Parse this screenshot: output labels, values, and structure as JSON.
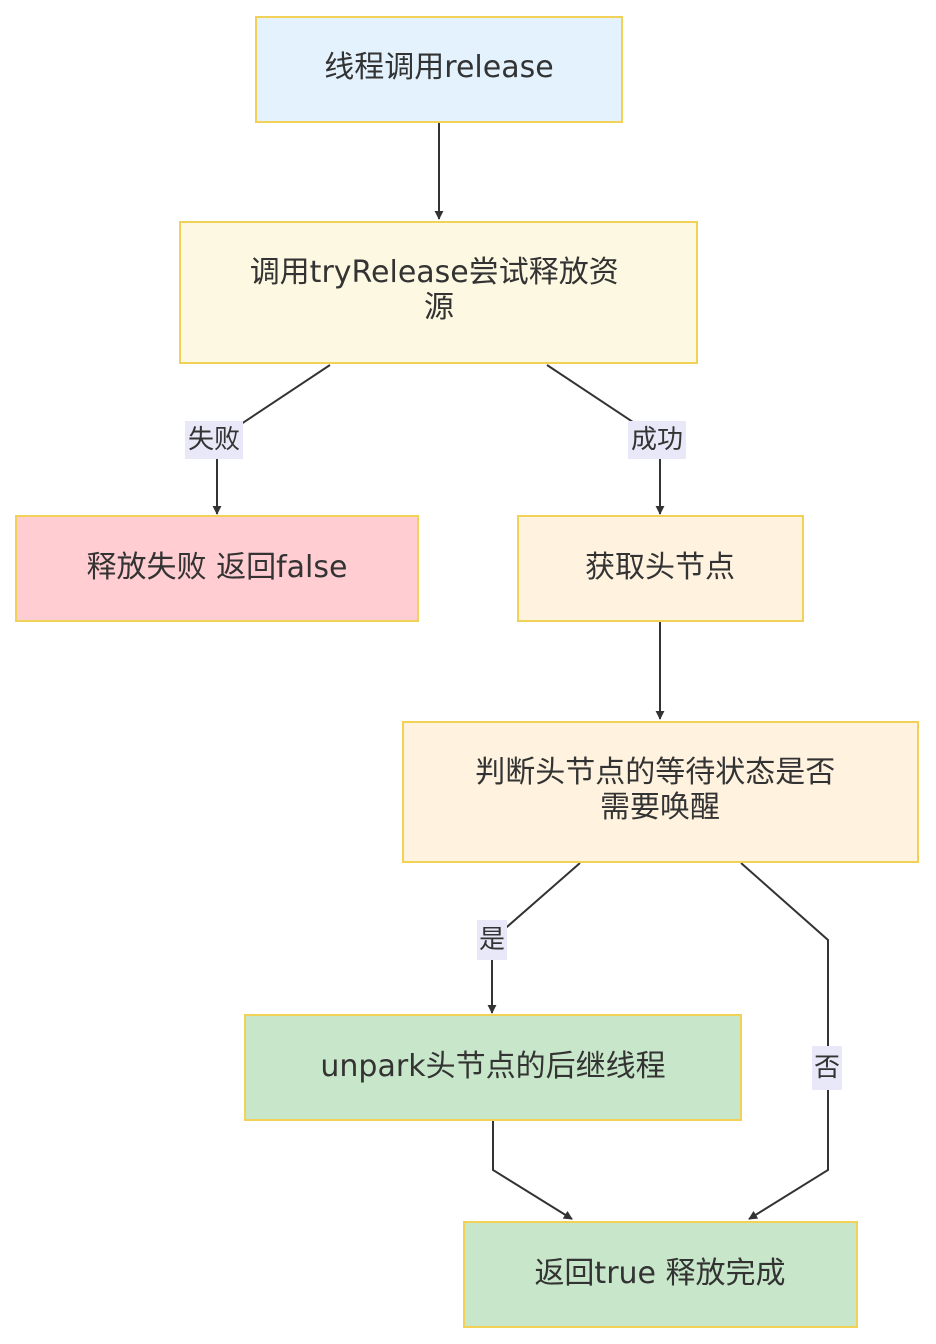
{
  "diagram": {
    "nodes": {
      "start": {
        "lines": [
          "线程调用release"
        ],
        "fill": "#e3f2fd"
      },
      "try_release": {
        "lines": [
          "调用tryRelease尝试释放资",
          "源"
        ],
        "fill": "#fdf8e1"
      },
      "fail": {
        "lines": [
          "释放失败 返回false"
        ],
        "fill": "#ffcdd2"
      },
      "get_head": {
        "lines": [
          "获取头节点"
        ],
        "fill": "#fff3e0"
      },
      "check_wait": {
        "lines": [
          "判断头节点的等待状态是否",
          "需要唤醒"
        ],
        "fill": "#fff3e0"
      },
      "unpark": {
        "lines": [
          "unpark头节点的后继线程"
        ],
        "fill": "#c8e6c9"
      },
      "return_true": {
        "lines": [
          "返回true 释放完成"
        ],
        "fill": "#c8e6c9"
      }
    },
    "edge_labels": {
      "fail": "失败",
      "success": "成功",
      "yes": "是",
      "no": "否"
    },
    "colors": {
      "node_border": "#f2d256",
      "edge": "#333333",
      "label_background": "#e8e8f8",
      "text": "#333333"
    }
  }
}
